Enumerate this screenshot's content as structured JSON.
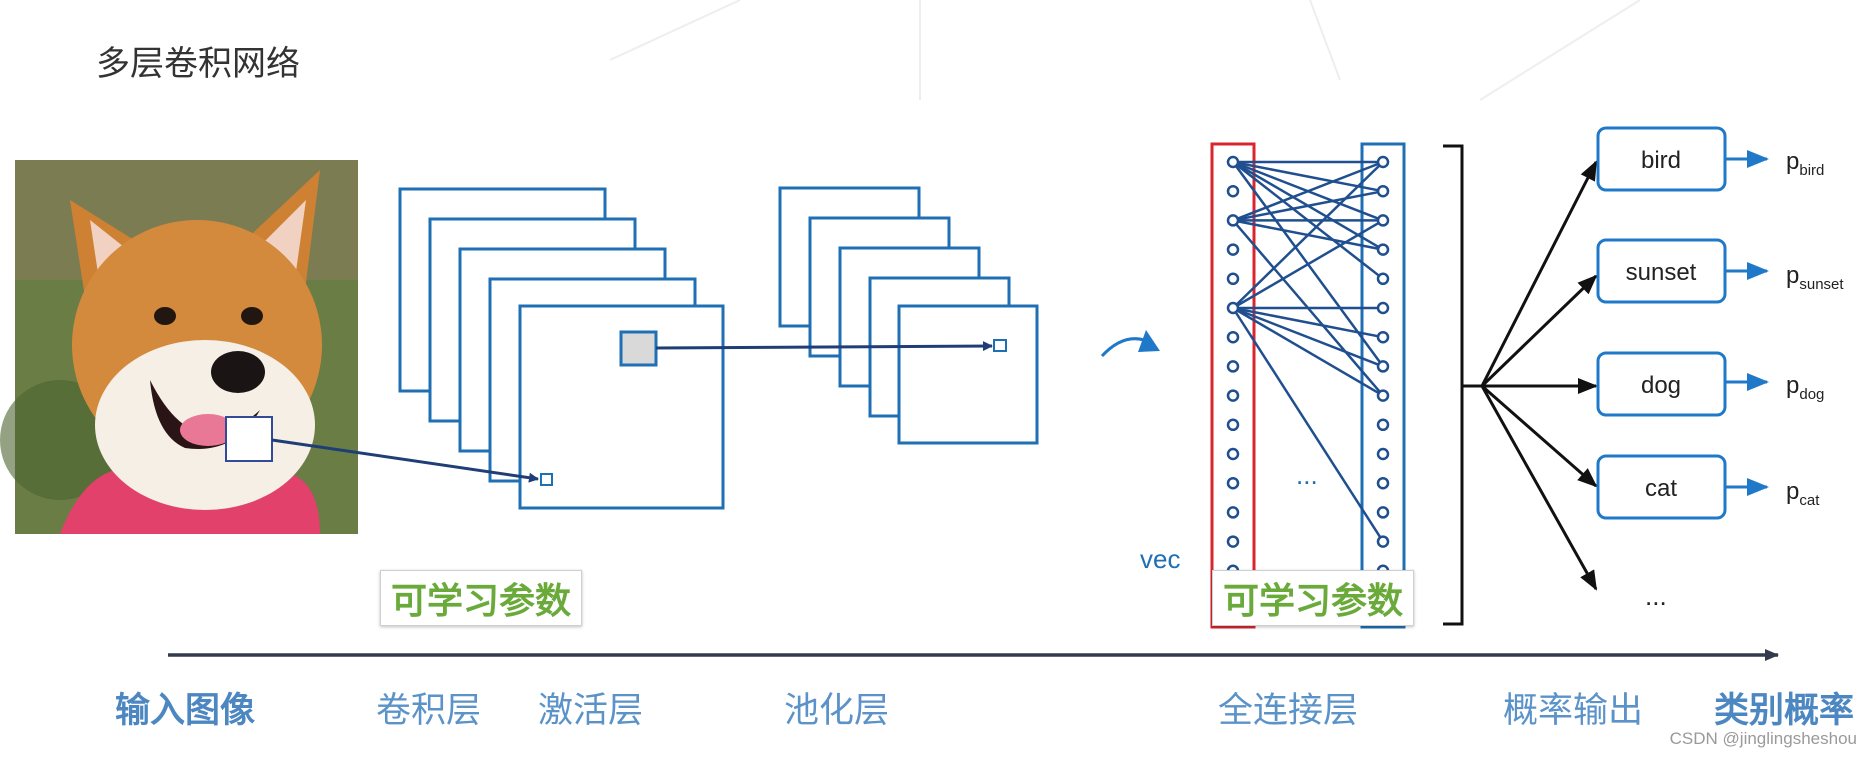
{
  "title": "多层卷积网络",
  "learnable_label": "可学习参数",
  "vec_label": "vec",
  "ellipsis": "...",
  "classes": [
    {
      "name": "bird",
      "prob": "p",
      "sub": "bird"
    },
    {
      "name": "sunset",
      "prob": "p",
      "sub": "sunset"
    },
    {
      "name": "dog",
      "prob": "p",
      "sub": "dog"
    },
    {
      "name": "cat",
      "prob": "p",
      "sub": "cat"
    }
  ],
  "more_classes": "...",
  "stages": {
    "input": "输入图像",
    "conv": "卷积层",
    "activation": "激活层",
    "pool": "池化层",
    "fc": "全连接层",
    "prob_out": "概率输出",
    "class_prob": "类别概率"
  },
  "watermark": "CSDN @jinglingsheshou",
  "colors": {
    "layer_blue": "#1f6fb5",
    "arrow_navy": "#1f3e75",
    "fc_red": "#d9262c",
    "param_green": "#6aaa3a",
    "stage_blue": "#5b93c9"
  },
  "icons": [
    "dog-photo"
  ]
}
